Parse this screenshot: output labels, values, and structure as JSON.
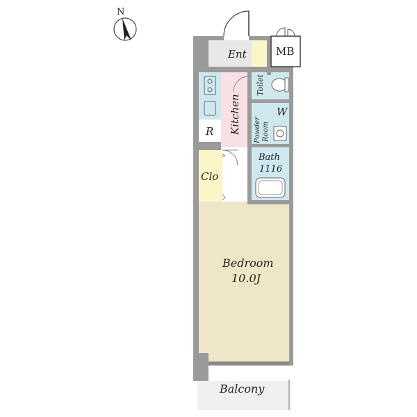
{
  "compass": {
    "north_label": "N"
  },
  "rooms": {
    "entrance": "Ent",
    "meter_box": "MB",
    "toilet": "Toilet",
    "kitchen": "Kitchen",
    "refrigerator": "R",
    "washer": "W",
    "powder_room_line1": "Powder",
    "powder_room_line2": "Room",
    "bath_line1": "Bath",
    "bath_line2": "1116",
    "closet": "Clo",
    "bedroom_line1": "Bedroom",
    "bedroom_line2": "10.0J",
    "balcony": "Balcony"
  },
  "colors": {
    "wall": "#9a9a9a",
    "entrance_floor": "#e8e8e8",
    "entrance_yellow": "#fbf6c8",
    "wet_area_blue": "#cfe8f0",
    "kitchen_pink": "#f9e0e4",
    "closet_yellow": "#fbf5c7",
    "bedroom_beige": "#efe6c8",
    "balcony_gray": "#efefef"
  }
}
